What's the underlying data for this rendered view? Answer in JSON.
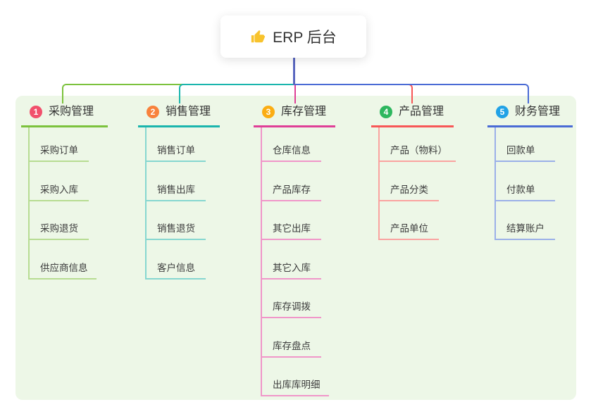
{
  "root": {
    "label": "ERP 后台",
    "icon": "thumbs-up-icon"
  },
  "branches": [
    {
      "index": "1",
      "label": "采购管理",
      "color": "#7cc23d",
      "light": "#b7dc92",
      "badge": "#f1506c",
      "children": [
        "采购订单",
        "采购入库",
        "采购退货",
        "供应商信息"
      ]
    },
    {
      "index": "2",
      "label": "销售管理",
      "color": "#1ab5ad",
      "light": "#86d7d0",
      "badge": "#f8823c",
      "children": [
        "销售订单",
        "销售出库",
        "销售退货",
        "客户信息"
      ]
    },
    {
      "index": "3",
      "label": "库存管理",
      "color": "#df3f97",
      "light": "#f096c9",
      "badge": "#fbad13",
      "children": [
        "仓库信息",
        "产品库存",
        "其它出库",
        "其它入库",
        "库存调拨",
        "库存盘点",
        "出库库明细"
      ]
    },
    {
      "index": "4",
      "label": "产品管理",
      "color": "#f75757",
      "light": "#faa3a0",
      "badge": "#2db75e",
      "children": [
        "产品（物料）",
        "产品分类",
        "产品单位"
      ]
    },
    {
      "index": "5",
      "label": "财务管理",
      "color": "#4a6bd5",
      "light": "#9bb0e8",
      "badge": "#21a2e6",
      "children": [
        "回款单",
        "付款单",
        "结算账户"
      ]
    }
  ],
  "colors": {
    "panel_background": "#edf7e7",
    "root_connector": "#5b68c0",
    "icon_yellow": "#f8c32c",
    "heading_text": "#333333",
    "child_text": "#3c3c3c"
  }
}
